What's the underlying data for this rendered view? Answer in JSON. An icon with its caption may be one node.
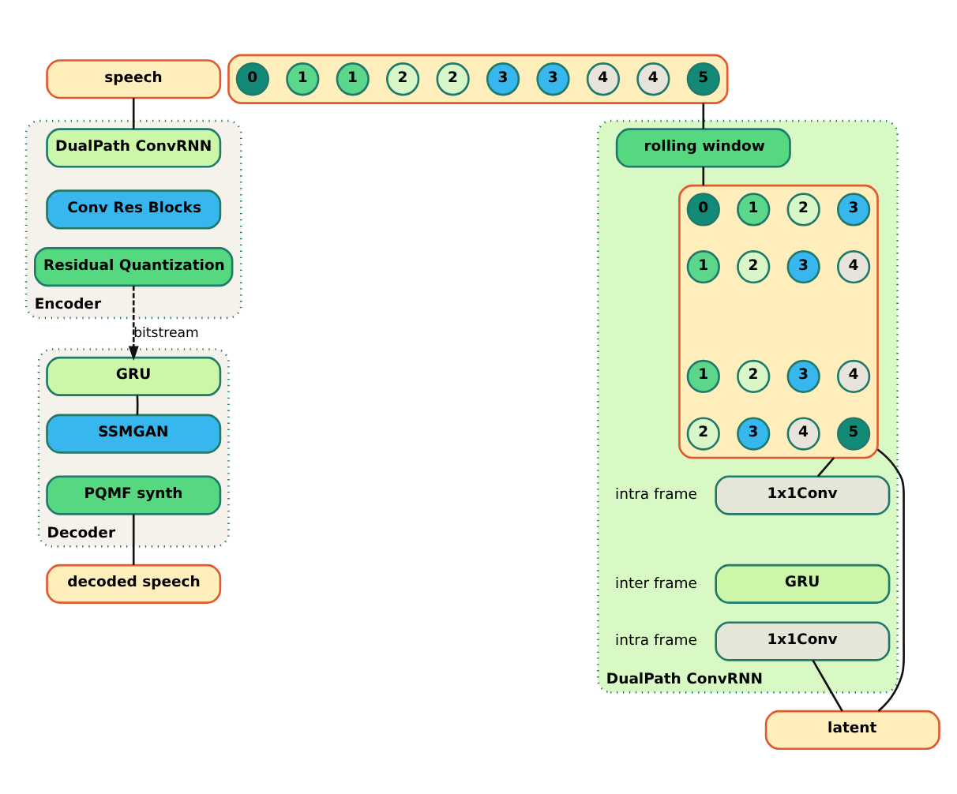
{
  "diagram": {
    "nodes": [
      {
        "text": [
          "speech"
        ]
      },
      {
        "text": [
          "Encoder"
        ]
      },
      {
        "text": [
          "DualPath ConvRNN"
        ],
        "in": 1
      },
      {
        "text": [
          "Conv Res Blocks"
        ],
        "in": 1
      },
      {
        "text": [
          "Residual Quantization"
        ],
        "in": 1
      },
      {
        "text": [
          "Decoder"
        ]
      },
      {
        "text": [
          "GRU"
        ],
        "in": 5
      },
      {
        "text": [
          "SSMGAN"
        ],
        "in": 5
      },
      {
        "text": [
          "PQMF synth"
        ],
        "in": 5
      },
      {
        "text": [
          "decoded speech"
        ]
      },
      {
        "text": [],
        "shape": "box"
      },
      {
        "text": [
          "0"
        ],
        "in": 10
      },
      {
        "text": [
          "1"
        ],
        "in": 10
      },
      {
        "text": [
          "1"
        ],
        "in": 10
      },
      {
        "text": [
          "2"
        ],
        "in": 10
      },
      {
        "text": [
          "2"
        ],
        "in": 10
      },
      {
        "text": [
          "3"
        ],
        "in": 10
      },
      {
        "text": [
          "3"
        ],
        "in": 10
      },
      {
        "text": [
          "4"
        ],
        "in": 10
      },
      {
        "text": [
          "4"
        ],
        "in": 10
      },
      {
        "text": [
          "5"
        ],
        "in": 10
      },
      {
        "text": [
          "DualPath ConvRNN"
        ]
      },
      {
        "text": [
          "rolling window"
        ],
        "in": 21
      },
      {
        "text": [],
        "shape": "box",
        "in": 21
      },
      {
        "text": [
          "0"
        ],
        "in": 23
      },
      {
        "text": [
          "1"
        ],
        "in": 23
      },
      {
        "text": [
          "1"
        ],
        "in": 23
      },
      {
        "text": [
          "2"
        ],
        "in": 23
      },
      {
        "text": [
          "1"
        ],
        "in": 23
      },
      {
        "text": [
          "2"
        ],
        "in": 23
      },
      {
        "text": [
          "2"
        ],
        "in": 23
      },
      {
        "text": [
          "3"
        ],
        "in": 23
      },
      {
        "text": [
          "2"
        ],
        "in": 23
      },
      {
        "text": [
          "3"
        ],
        "in": 23
      },
      {
        "text": [
          "3"
        ],
        "in": 23
      },
      {
        "text": [
          "4"
        ],
        "in": 23
      },
      {
        "text": [
          "3"
        ],
        "in": 23
      },
      {
        "text": [
          "4"
        ],
        "in": 23
      },
      {
        "text": [
          "4"
        ],
        "in": 23
      },
      {
        "text": [
          "5"
        ],
        "in": 23
      },
      {
        "text": [
          "1x1Conv"
        ],
        "in": 21
      },
      {
        "text": [
          "GRU"
        ],
        "in": 21
      },
      {
        "text": [
          "1x1Conv"
        ],
        "in": 21
      },
      {
        "text": [
          "latent"
        ]
      }
    ],
    "edges": [
      {
        "from": 0,
        "to": 2,
        "arrow": "none"
      },
      {
        "from": 4,
        "to": 6,
        "arrow": "to",
        "label": "bitstream",
        "style": "dashed"
      },
      {
        "from": 6,
        "to": 7,
        "arrow": "none"
      },
      {
        "from": 8,
        "to": 9,
        "arrow": "none"
      },
      {
        "from": 10,
        "to": 22,
        "arrow": "none"
      },
      {
        "from": 22,
        "to": 23,
        "arrow": "none"
      },
      {
        "from": 23,
        "to": 40,
        "arrow": "none"
      },
      {
        "from": 42,
        "to": 43,
        "arrow": "none"
      },
      {
        "from": 23,
        "to": 43,
        "arrow": "none"
      }
    ],
    "labels": [
      "intra frame",
      "inter frame",
      "intra frame"
    ]
  }
}
